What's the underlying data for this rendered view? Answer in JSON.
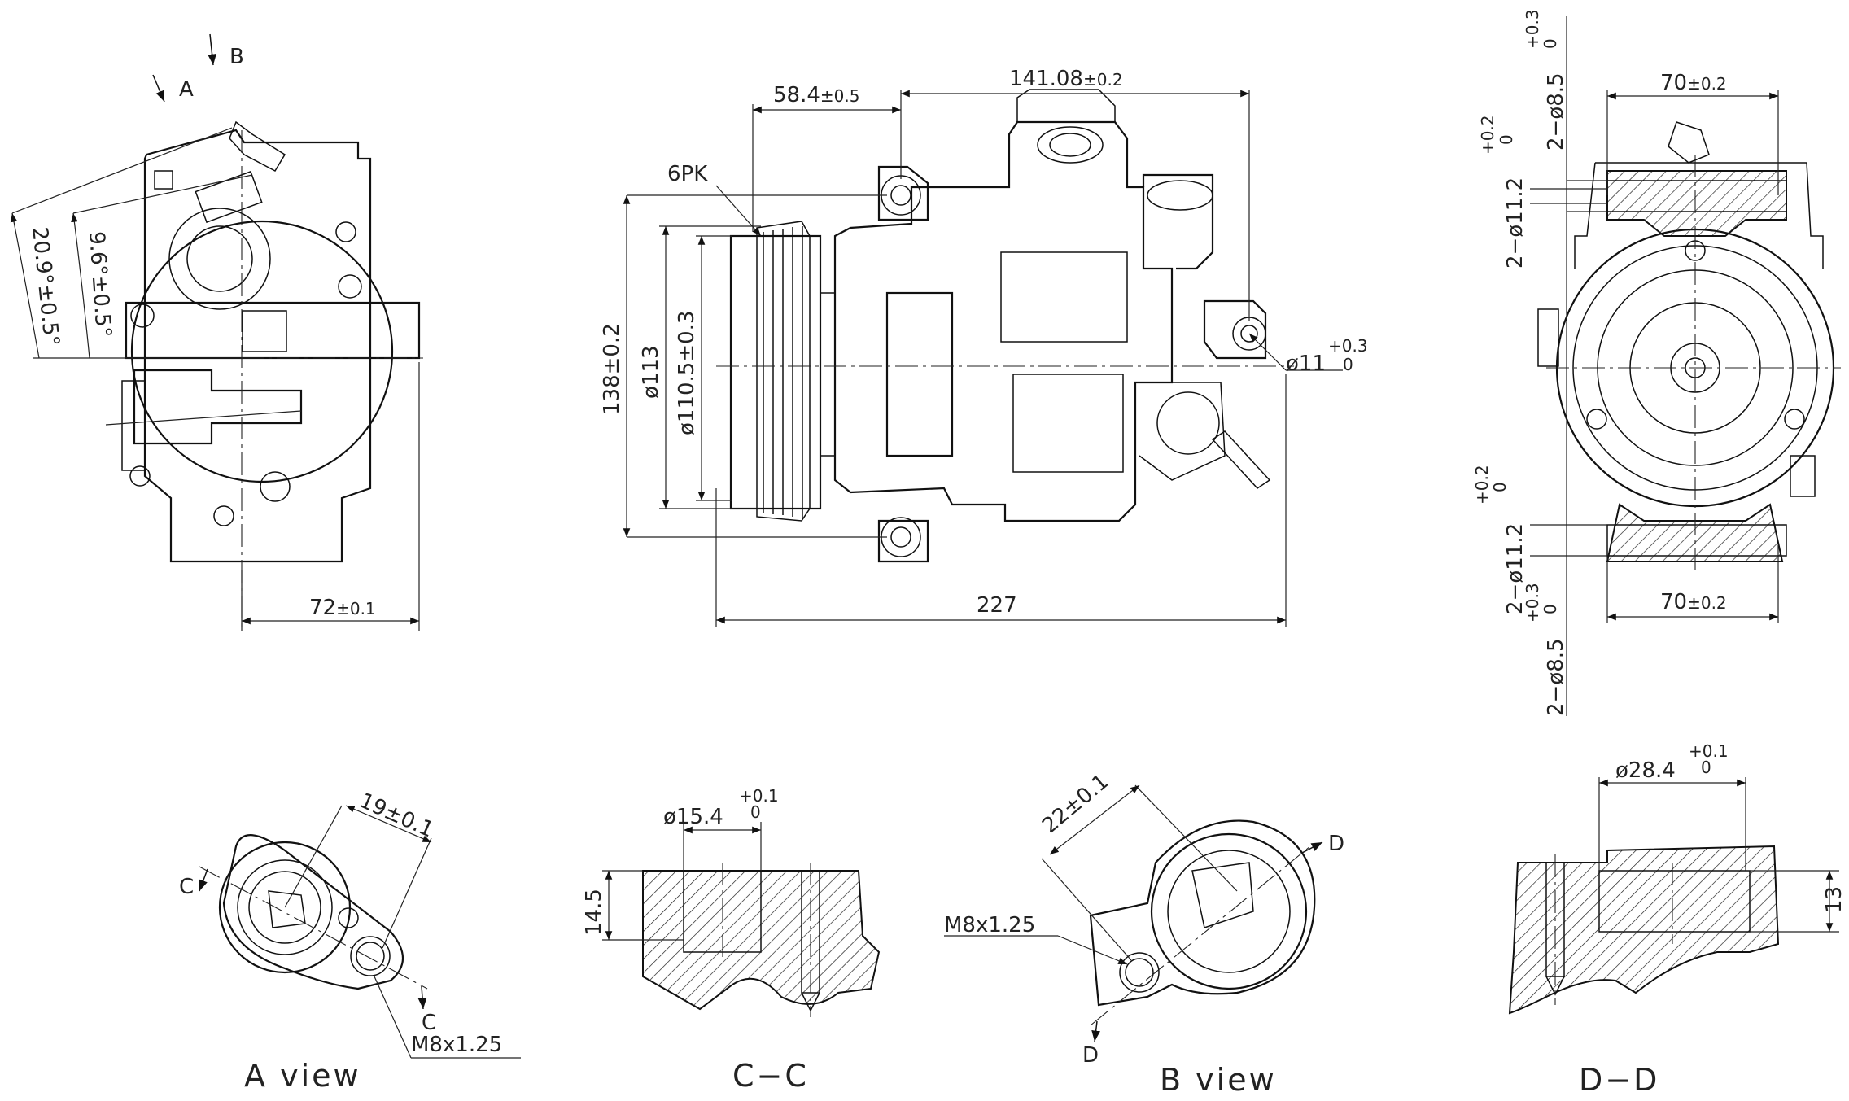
{
  "main_view": {
    "dim_58": "58.4",
    "dim_58_tol": "±0.5",
    "dim_141": "141.08",
    "dim_141_tol": "±0.2",
    "pk": "6PK",
    "dim_138": "138±0.2",
    "dim_113": "ø113",
    "dim_110": "ø110.5±0.3",
    "dim_11": "ø11",
    "dim_11_tol_up": "+0.3",
    "dim_11_tol_low": "0",
    "dim_227": "227"
  },
  "left_view": {
    "arrow_a": "A",
    "arrow_b": "B",
    "angle_209": "20.9°±0.5°",
    "angle_96": "9.6°±0.5°",
    "dim_72": "72",
    "dim_72_tol": "±0.1"
  },
  "right_view": {
    "dim_70_top": "70",
    "dim_70_top_tol": "±0.2",
    "dim_70_bottom": "70",
    "dim_70_bottom_tol": "±0.2",
    "hole_top_a": "2−ø8.5",
    "hole_top_a_tol_up": "+0.3",
    "hole_top_a_tol_low": "0",
    "hole_top_b": "2−ø11.2",
    "hole_top_b_tol_up": "+0.2",
    "hole_top_b_tol_low": "0",
    "hole_bot_b": "2−ø11.2",
    "hole_bot_b_tol_up": "+0.2",
    "hole_bot_b_tol_low": "0",
    "hole_bot_a": "2−ø8.5",
    "hole_bot_a_tol_up": "+0.3",
    "hole_bot_a_tol_low": "0"
  },
  "a_view": {
    "title": "A  view",
    "dim_19": "19±0.1",
    "thread": "M8x1.25",
    "cut_top": "C",
    "cut_bottom": "C"
  },
  "cc_view": {
    "title": "C−C",
    "dim_15": "ø15.4",
    "dim_15_tol_up": "+0.1",
    "dim_15_tol_low": "0",
    "dim_145": "14.5"
  },
  "b_view": {
    "title": "B  view",
    "dim_22": "22±0.1",
    "thread": "M8x1.25",
    "cut_top": "D",
    "cut_bottom": "D"
  },
  "dd_view": {
    "title": "D−D",
    "dim_28": "ø28.4",
    "dim_28_tol_up": "+0.1",
    "dim_28_tol_low": "0",
    "dim_13": "13"
  }
}
